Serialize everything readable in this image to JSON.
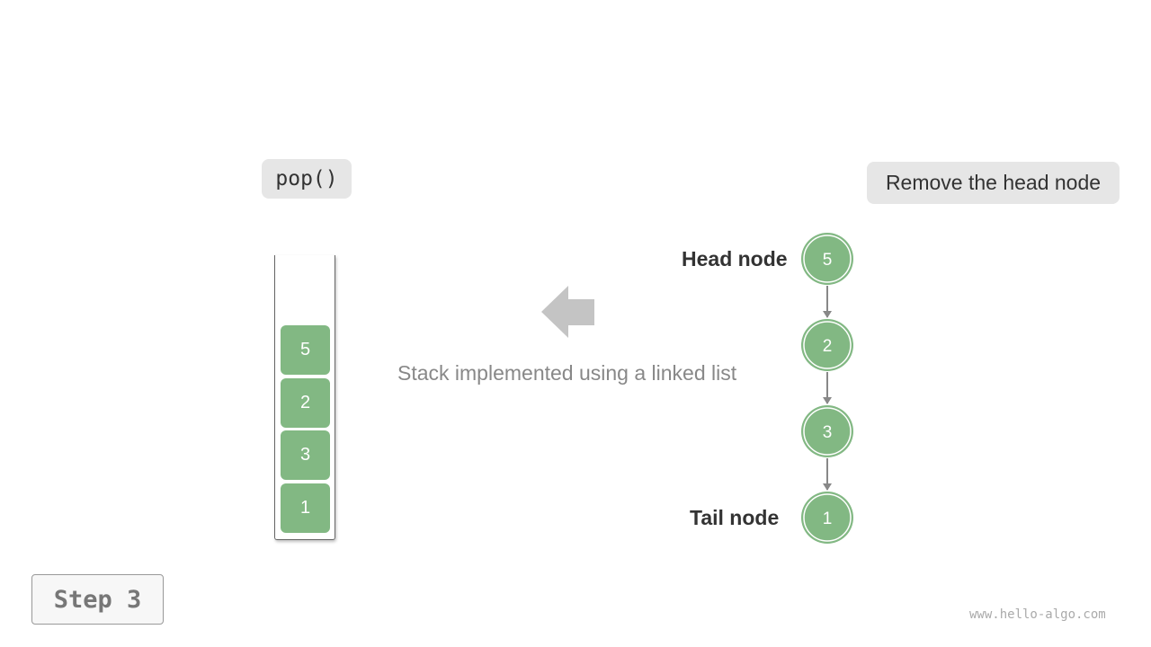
{
  "operation": "pop()",
  "description": "Remove the head node",
  "caption": "Stack implemented using a linked list",
  "stack": [
    "5",
    "2",
    "3",
    "1"
  ],
  "linked_list": {
    "nodes": [
      "5",
      "2",
      "3",
      "1"
    ],
    "head_label": "Head node",
    "tail_label": "Tail node"
  },
  "step": "Step 3",
  "watermark": "www.hello-algo.com",
  "colors": {
    "node_fill": "#82b883",
    "arrow": "#c4c4c4",
    "edge": "#888888"
  }
}
